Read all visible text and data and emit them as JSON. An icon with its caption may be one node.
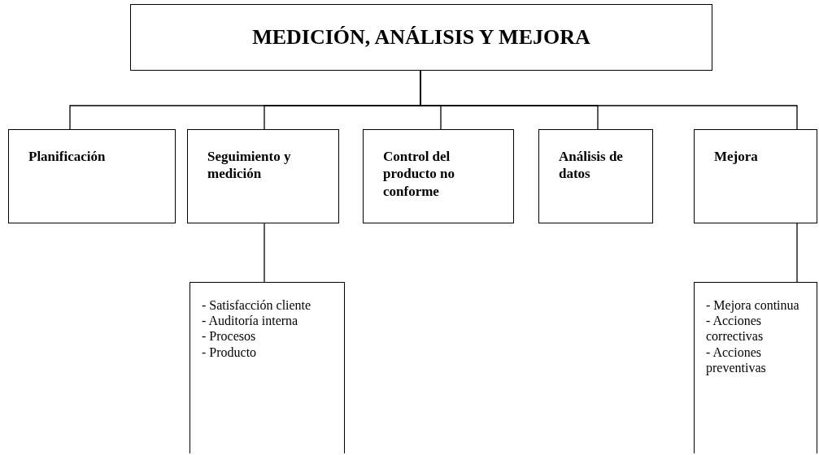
{
  "diagram": {
    "nodes": [
      {
        "text": [
          "MEDICIÓN, ANÁLISIS Y MEJORA"
        ]
      },
      {
        "text": [
          "Planificación"
        ]
      },
      {
        "text": [
          "Seguimiento y medición"
        ]
      },
      {
        "text": [
          "Control del producto no conforme"
        ]
      },
      {
        "text": [
          "Análisis de datos"
        ]
      },
      {
        "text": [
          "Mejora"
        ]
      },
      {
        "text": [
          "- Satisfacción cliente",
          "- Auditoría interna",
          "- Procesos",
          "- Producto"
        ]
      },
      {
        "text": [
          "- Mejora continua",
          "- Acciones correctivas",
          "- Acciones preventivas"
        ]
      }
    ],
    "edges": [
      {
        "from": 0,
        "to": 1,
        "arrow": "none"
      },
      {
        "from": 0,
        "to": 2,
        "arrow": "none"
      },
      {
        "from": 0,
        "to": 3,
        "arrow": "none"
      },
      {
        "from": 0,
        "to": 4,
        "arrow": "none"
      },
      {
        "from": 0,
        "to": 5,
        "arrow": "none"
      },
      {
        "from": 2,
        "to": 6,
        "arrow": "none"
      },
      {
        "from": 5,
        "to": 7,
        "arrow": "none"
      }
    ]
  }
}
